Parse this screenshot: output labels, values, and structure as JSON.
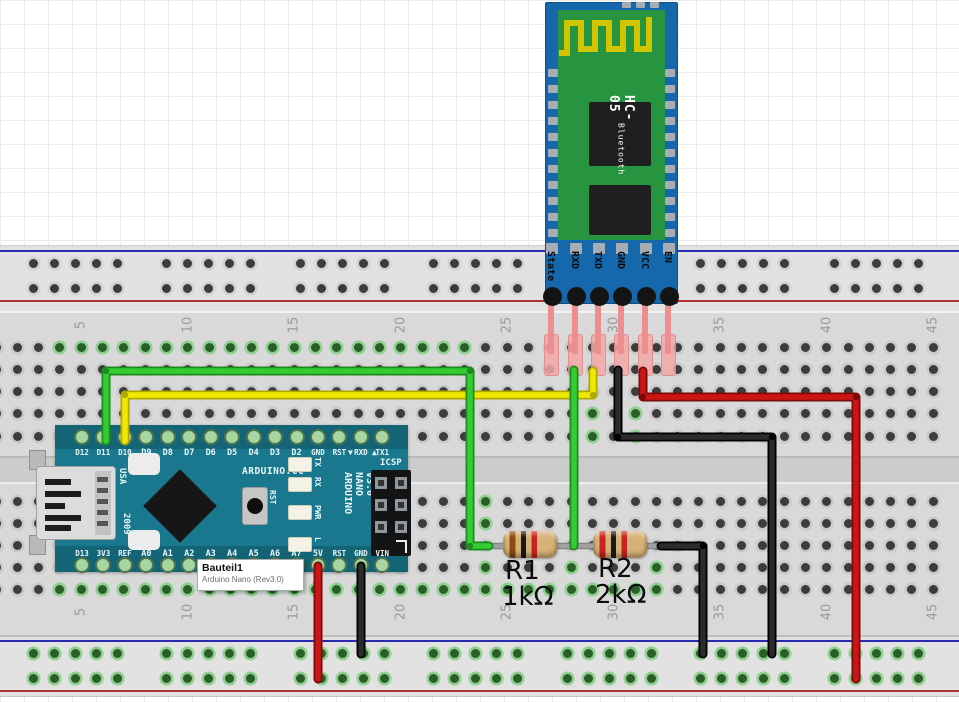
{
  "hc05": {
    "chip_title": "HC-05",
    "chip_subtitle": "Bluetooth",
    "pins": [
      "State",
      "RXD",
      "TXD",
      "GND",
      "VCC",
      "EN"
    ]
  },
  "arduino": {
    "top_pins": [
      "D12",
      "D11",
      "D10",
      "D9",
      "D8",
      "D7",
      "D6",
      "D5",
      "D4",
      "D3",
      "D2",
      "GND",
      "RST",
      "RXD",
      "TX1"
    ],
    "bottom_pins": [
      "D13",
      "3V3",
      "REF",
      "A0",
      "A1",
      "A2",
      "A3",
      "A4",
      "A5",
      "A6",
      "A7",
      "5V",
      "RST",
      "GND",
      "VIN"
    ],
    "brand_label": "ARDUINO.CC",
    "model_lines": [
      "ARDUINO",
      "NANO",
      "V3.0"
    ],
    "icsp_label": "ICSP",
    "reset_label": "RST",
    "led_labels": [
      "TX",
      "RX",
      "PWR",
      "L"
    ],
    "usb_label": "USA",
    "year_label": "2009",
    "rx_marker": "▼",
    "tx_marker": "▲"
  },
  "resistors": [
    {
      "designator": "R1",
      "value": "1kΩ",
      "bands": [
        "#8a4a12",
        "#1a1a1a",
        "#cc2020"
      ]
    },
    {
      "designator": "R2",
      "value": "2kΩ",
      "bands": [
        "#cc2020",
        "#1a1a1a",
        "#cc2020"
      ]
    }
  ],
  "tooltip": {
    "title": "Bauteil1",
    "subtitle": "Arduino Nano (Rev3.0)"
  },
  "breadboard": {
    "column_numbers": [
      "5",
      "10",
      "15",
      "20",
      "25",
      "30",
      "35",
      "40",
      "45"
    ]
  },
  "colors": {
    "wire_green": "#33cc33",
    "wire_green_dark": "#1d8c1d",
    "wire_yellow": "#f0e800",
    "wire_yellow_dark": "#b0a800",
    "wire_red": "#cc1616",
    "wire_red_dark": "#7d0a0a",
    "wire_black": "#2b2b2b",
    "wire_black_dark": "#000000",
    "lead_gray": "#a0a0a0",
    "module_blue": "#1668ad",
    "module_green": "#27953f",
    "antenna_yellow": "#d2c400",
    "board_teal": "#19788e",
    "rail_blue_line": "#2a2aae",
    "rail_red_line": "#b23232",
    "resistor_body": "#d7b277"
  }
}
